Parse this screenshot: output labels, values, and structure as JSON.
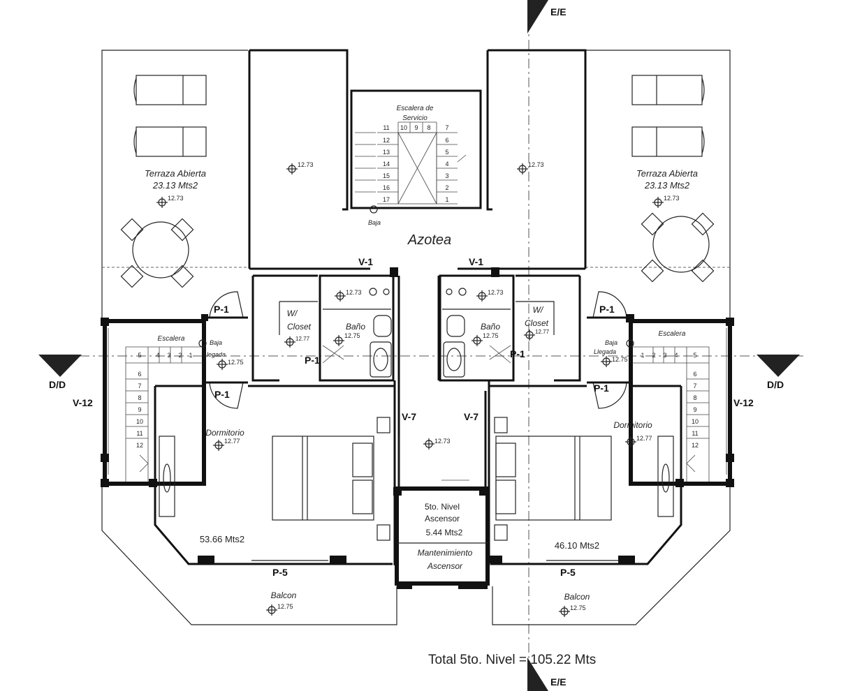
{
  "section_marks": {
    "ee_top": "E/E",
    "ee_bottom": "E/E",
    "dd_left": "D/D",
    "dd_right": "D/D"
  },
  "central_stair": {
    "title_line1": "Escalera de",
    "title_line2": "Servicio",
    "steps_left": [
      "11",
      "12",
      "13",
      "14",
      "15",
      "16",
      "17"
    ],
    "steps_top": [
      "10",
      "9",
      "8"
    ],
    "steps_right": [
      "7",
      "6",
      "5",
      "4",
      "3",
      "2",
      "1"
    ],
    "down_label": "Baja"
  },
  "azotea": {
    "label": "Azotea",
    "level_left": "12.73",
    "level_right": "12.73"
  },
  "terrace_left": {
    "name": "Terraza Abierta",
    "area": "23.13 Mts2",
    "level": "12.73"
  },
  "terrace_right": {
    "name": "Terraza Abierta",
    "area": "23.13 Mts2",
    "level": "12.73"
  },
  "windows": {
    "v1_left": "V-1",
    "v1_right": "V-1",
    "v7_left": "V-7",
    "v7_right": "V-7",
    "v12_left": "V-12",
    "v12_right": "V-12"
  },
  "doors": {
    "p1_left_top": "P-1",
    "p1_left_bottom": "P-1",
    "p1_left_bath": "P-1",
    "p1_right_top": "P-1",
    "p1_right_bottom": "P-1",
    "p1_right_bath": "P-1",
    "p5_left": "P-5",
    "p5_right": "P-5"
  },
  "bath_left": {
    "name": "Baño",
    "level": "12.75",
    "level_top": "12.73"
  },
  "bath_right": {
    "name": "Baño",
    "level": "12.75",
    "level_top": "12.73"
  },
  "closet_left": {
    "line1": "W/",
    "line2": "Closet",
    "level": "12.77"
  },
  "closet_right": {
    "line1": "W/",
    "line2": "Closet",
    "level": "12.77"
  },
  "stair_left": {
    "name": "Escalera",
    "top_steps": [
      "5",
      "4",
      "3",
      "2",
      "1"
    ],
    "side_steps": [
      "6",
      "7",
      "8",
      "9",
      "10",
      "11",
      "12"
    ],
    "down_line1": "Baja",
    "down_line2": "Llegada",
    "level": "12.75"
  },
  "stair_right": {
    "name": "Escalera",
    "top_steps": [
      "1",
      "2",
      "3",
      "4",
      "5"
    ],
    "side_steps": [
      "6",
      "7",
      "8",
      "9",
      "10",
      "11",
      "12"
    ],
    "down_line1": "Baja",
    "down_line2": "Llegada",
    "level": "12.75"
  },
  "bedroom_left": {
    "name": "Dormitorio",
    "level": "12.77",
    "area": "53.66 Mts2"
  },
  "bedroom_right": {
    "name": "Dormitorio",
    "level": "12.77",
    "area": "46.10 Mts2"
  },
  "hall": {
    "level": "12.73"
  },
  "elevator": {
    "line1": "5to. Nivel",
    "line2": "Ascensor",
    "line3": "5.44 Mts2",
    "maint_line1": "Mantenimiento",
    "maint_line2": "Ascensor"
  },
  "balcony_left": {
    "name": "Balcon",
    "level": "12.75"
  },
  "balcony_right": {
    "name": "Balcon",
    "level": "12.75"
  },
  "total": "Total 5to. Nivel = 105.22 Mts"
}
